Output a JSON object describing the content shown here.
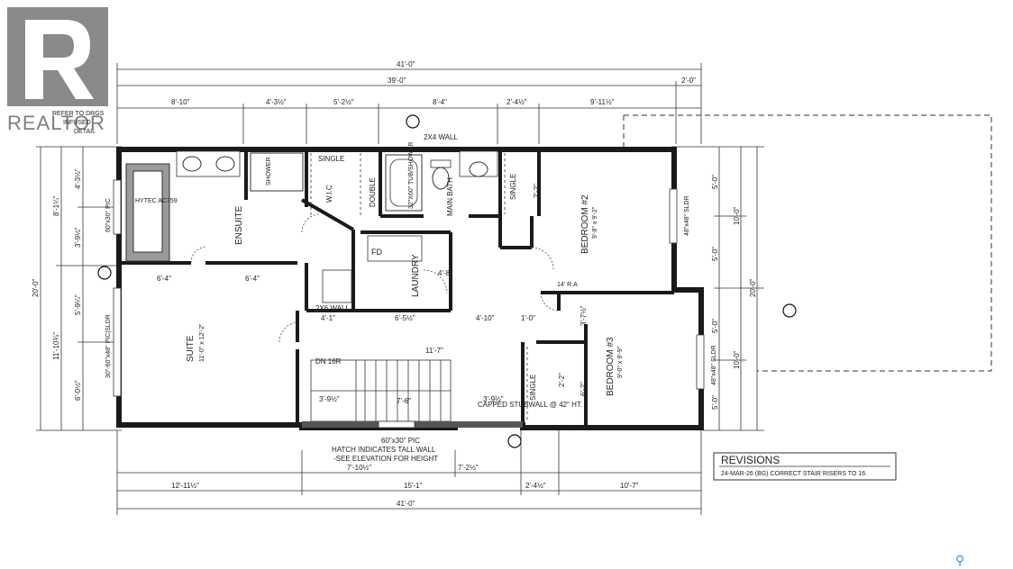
{
  "brand": {
    "name": "REALTOR",
    "note": "REFER TO DRGS",
    "note2": "INFUSED",
    "note3": "DETAIL"
  },
  "dimensions": {
    "overall_top": "41'-0\"",
    "second_top": "39'-0\"",
    "right_top": "2'-0\"",
    "top_segments": [
      "8'-10\"",
      "4'-3½\"",
      "5'-2½\"",
      "8'-4\"",
      "2'-4½\"",
      "9'-11½\""
    ],
    "left_overall": "20'-0\"",
    "left_upper": "8'-1¼\"",
    "left_lower": "11'-10¾\"",
    "left_segments": [
      "4'-3½\"",
      "3'-9½\"",
      "5'-9¼\"",
      "6'-0½\""
    ],
    "right_overall": "20'-0\"",
    "right_upper": "10'-0\"",
    "right_lower": "10'-0\"",
    "right_segments": [
      "5'-0\"",
      "5'-0\"",
      "5'-0\"",
      "5'-0\""
    ],
    "bottom_segments": [
      "12'-11½\"",
      "15'-1\"",
      "2'-4½\"",
      "10'-7\""
    ],
    "bottom_mid": [
      "7'-10½\"",
      "7'-2½\""
    ],
    "overall_bottom": "41'-0\""
  },
  "rooms": {
    "ensuite": "ENSUITE",
    "wic": "W.I.C",
    "suite": "SUITE",
    "suite_size": "11'-0\" x 12'-2\"",
    "laundry": "LAUNDRY",
    "main_bath": "MAIN BATH",
    "bedroom2": "BEDROOM #2",
    "bedroom2_size": "9'-8\" x 9'-2\"",
    "bedroom3": "BEDROOM #3",
    "bedroom3_size": "9'-0\" x 9'-9\""
  },
  "labels": {
    "wall_2x4": "2X4 WALL",
    "wall_2x6": "2X6 WALL",
    "tub": "HYTEC AC759",
    "shower": "SHOWER",
    "dbl_shower": "32\"X60\" TUB/SHOWER",
    "single": "SINGLE",
    "double": "DOUBLE",
    "single_b2": "SINGLE",
    "single_b3": "SINGLE",
    "fd": "FD",
    "dn": "DN 16R",
    "capped": "CAPPED STUBWALL @ 42\" HT.",
    "pic_window": "60\"x30\" PIC",
    "hatch1": "HATCH INDICATES TALL WALL",
    "hatch2": "-SEE ELEVATION FOR HEIGHT",
    "win_left1": "60\"x30\" PIC",
    "win_left2": "30\"-60\"x48\" PIC|SLDR",
    "win_b2": "48\"x48\" SLDR",
    "win_b3": "48\"x48\" SLDR",
    "ra": "14' R.A"
  },
  "inner_dims": {
    "d1": "6'-4\"",
    "d2": "6'-4\"",
    "d3": "4'-1\"",
    "d4": "6'-5½\"",
    "d5": "4'-10\"",
    "d6": "11'-7\"",
    "d7": "7'-6\"",
    "d8": "3'-9½\"",
    "d9": "3'-9½\"",
    "d10": "1'-0\"",
    "d11": "2'-2\"",
    "d12": "3'-7½\"",
    "d13": "6'-2\"",
    "d14": "2'-2\"",
    "d15": "4'-8\""
  },
  "revisions": {
    "title": "REVISIONS",
    "entry": "24-MAR-26 (BG) CORRECT STAIR RISERS TO 16."
  },
  "colors": {
    "wall": "#1a1a1a",
    "wall_fill": "#6a6a6a",
    "logo": "#8a8a8a",
    "pin": "#3b8fd6"
  }
}
